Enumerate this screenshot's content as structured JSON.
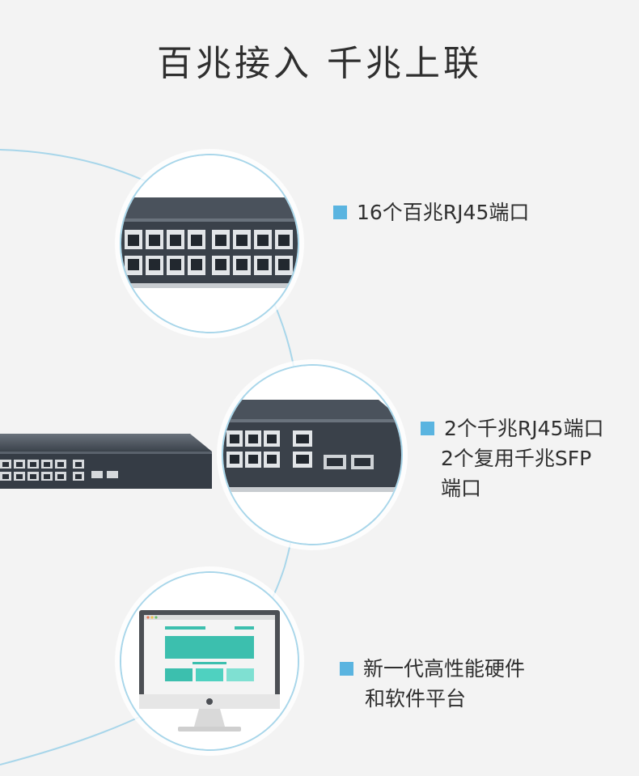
{
  "title": "百兆接入 千兆上联",
  "features": [
    {
      "icon": "bullet-square-icon",
      "lines": [
        "16个百兆RJ45端口"
      ]
    },
    {
      "icon": "bullet-square-icon",
      "lines": [
        "2个千兆RJ45端口",
        "2个复用千兆SFP",
        "端口"
      ]
    },
    {
      "icon": "bullet-square-icon",
      "lines": [
        "新一代高性能硬件",
        "和软件平台"
      ]
    }
  ],
  "colors": {
    "accent": "#5ab4e0",
    "arc": "#a8d6ea",
    "background": "#f3f3f3",
    "switch_body": "#3d4550",
    "screen_teal": "#3cbfae"
  },
  "images": {
    "circle1": "rj45-port-closeup-icon",
    "circle2": "gigabit-sfp-port-closeup-icon",
    "circle3": "monitor-webui-icon",
    "left_device": "network-switch-front-icon"
  }
}
